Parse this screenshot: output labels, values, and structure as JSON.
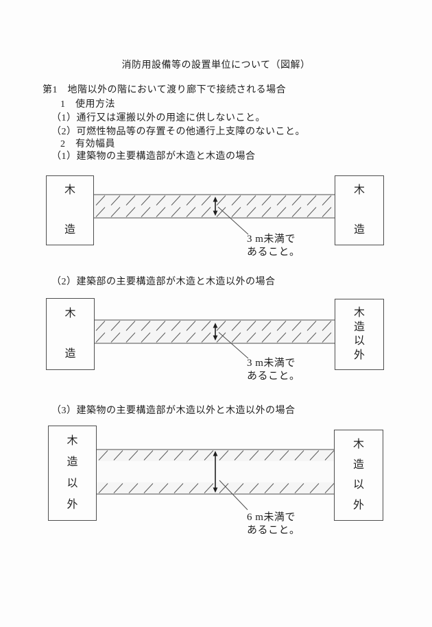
{
  "page": {
    "title": "消防用設備等の設置単位について（図解）"
  },
  "outline": {
    "heading1": "第1　地階以外の階において渡り廊下で接続される場合",
    "item1": "1　使用方法",
    "item1_1": "（1）通行又は運搬以外の用途に供しないこと。",
    "item1_2": "（2）可燃性物品等の存置その他通行上支障のないこと。",
    "item2": "2　有効幅員"
  },
  "diagrams": [
    {
      "heading": "（1）建築物の主要構造部が木造と木造の場合",
      "left_box": {
        "chars": [
          "木",
          "造"
        ]
      },
      "right_box": {
        "chars": [
          "木",
          "造"
        ]
      },
      "label_line1": "3 m未満で",
      "label_line2": "あること。"
    },
    {
      "heading": "（2）建築部の主要構造部が木造と木造以外の場合",
      "left_box": {
        "chars": [
          "木",
          "造"
        ]
      },
      "right_box": {
        "chars": [
          "木",
          "造",
          "以",
          "外"
        ]
      },
      "label_line1": "3 m未満で",
      "label_line2": "あること。"
    },
    {
      "heading": "（3）建築物の主要構造部が木造以外と木造以外の場合",
      "left_box": {
        "chars": [
          "木",
          "造",
          "以",
          "外"
        ]
      },
      "right_box": {
        "chars": [
          "木",
          "造",
          "以",
          "外"
        ]
      },
      "label_line1": "6 m未満で",
      "label_line2": "あること。"
    }
  ],
  "colors": {
    "ink": "#1f1f1f",
    "line": "#4d4d4d",
    "hatch_stroke": "#5a5a5a",
    "band_fill": "#f5f5f5",
    "page_bg": "#fdfdfd"
  }
}
